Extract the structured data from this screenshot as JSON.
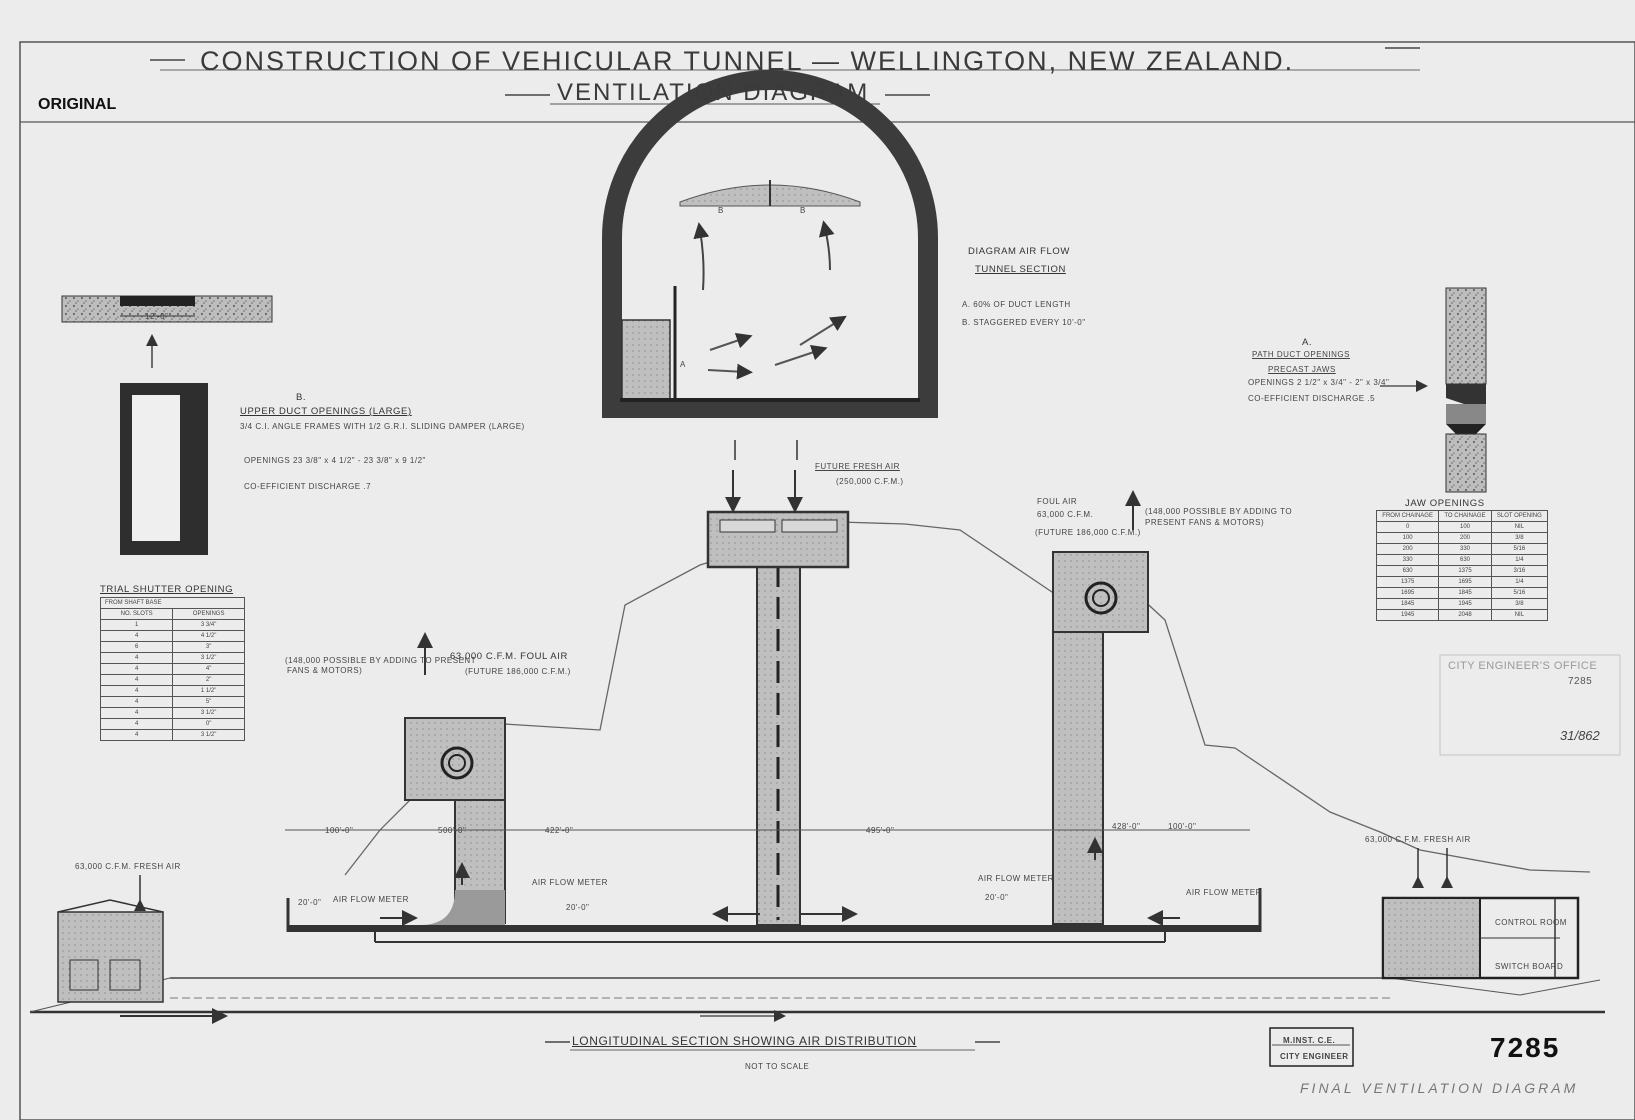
{
  "header": {
    "title": "CONSTRUCTION OF VEHICULAR TUNNEL — WELLINGTON, NEW ZEALAND.",
    "subtitle": "VENTILATION DIAGRAM",
    "stamp_original": "ORIGINAL"
  },
  "section": {
    "title": "DIAGRAM AIR FLOW",
    "subtitle": "TUNNEL SECTION",
    "note_a": "A. 60% OF DUCT LENGTH",
    "note_b": "B. STAGGERED EVERY 10'-0\"",
    "label_a": "A",
    "label_b1": "B",
    "label_b2": "B"
  },
  "upper_duct": {
    "letter": "B.",
    "title": "UPPER DUCT OPENINGS (LARGE)",
    "line1": "3/4 C.I. ANGLE FRAMES WITH 1/2 G.R.I. SLIDING DAMPER (LARGE)",
    "line2": "OPENINGS 23 3/8\" x 4 1/2\" - 23 3/8\" x 9 1/2\"",
    "line3": "CO-EFFICIENT DISCHARGE .7",
    "dim": "12'-0\""
  },
  "path_duct": {
    "letter": "A.",
    "title": "PATH DUCT OPENINGS",
    "line1": "PRECAST JAWS",
    "line2": "OPENINGS 2 1/2\" x 3/4\" - 2\" x 3/4\"",
    "line3": "CO-EFFICIENT DISCHARGE .5"
  },
  "trial_table": {
    "title": "TRIAL SHUTTER OPENING",
    "head1": "FROM SHAFT BASE",
    "head2a": "NO. SLOTS",
    "head2b": "OPENINGS",
    "rows": [
      [
        "1",
        "3 3/4\""
      ],
      [
        "4",
        "4 1/2\""
      ],
      [
        "6",
        "3\""
      ],
      [
        "4",
        "3 1/2\""
      ],
      [
        "4",
        "4\""
      ],
      [
        "4",
        "2\""
      ],
      [
        "4",
        "1 1/2\""
      ],
      [
        "4",
        "5\""
      ],
      [
        "4",
        "3 1/2\""
      ],
      [
        "4",
        "0\""
      ],
      [
        "4",
        "3 1/2\""
      ]
    ]
  },
  "jaw_table": {
    "title": "JAW OPENINGS",
    "headers": [
      "FROM CHAINAGE",
      "TO CHAINAGE",
      "SLOT OPENING"
    ],
    "rows": [
      [
        "0",
        "100",
        "NIL"
      ],
      [
        "100",
        "200",
        "3/8"
      ],
      [
        "200",
        "330",
        "5/16"
      ],
      [
        "330",
        "630",
        "1/4"
      ],
      [
        "630",
        "1375",
        "3/16"
      ],
      [
        "1375",
        "1695",
        "1/4"
      ],
      [
        "1695",
        "1845",
        "5/16"
      ],
      [
        "1845",
        "1945",
        "3/8"
      ],
      [
        "1945",
        "2048",
        "NIL"
      ]
    ]
  },
  "labels": {
    "future_fresh_air": "FUTURE FRESH AIR",
    "future_fresh_cfm": "(250,000 C.F.M.)",
    "foul_air_right": "FOUL AIR",
    "foul_air_right_cfm": "63,000 C.F.M.",
    "foul_air_right_future": "(FUTURE 186,000 C.F.M.)",
    "foul_air_right_note1": "(148,000 POSSIBLE BY ADDING TO",
    "foul_air_right_note2": "PRESENT FANS & MOTORS)",
    "foul_air_left": "63,000 C.F.M. FOUL AIR",
    "foul_air_left_future": "(FUTURE 186,000 C.F.M.)",
    "foul_air_left_note1": "(148,000 POSSIBLE BY ADDING TO PRESENT",
    "foul_air_left_note2": "FANS & MOTORS)",
    "fresh_left": "63,000 C.F.M. FRESH AIR",
    "fresh_right": "63,000 C.F.M. FRESH AIR",
    "dim_100_left": "100'-0\"",
    "dim_500": "500'-0\"",
    "dim_422": "422'-0\"",
    "dim_495": "495'-0\"",
    "dim_428": "428'-0\"",
    "dim_100_right": "100'-0\"",
    "meter1": "AIR FLOW METER",
    "meter2": "AIR FLOW METER",
    "meter3": "AIR FLOW METER",
    "meter4": "AIR FLOW METER",
    "d20a": "20'-0\"",
    "d20b": "20'-0\"",
    "d20c": "20'-0\"",
    "control_room": "CONTROL ROOM",
    "switch_board": "SWITCH BOARD"
  },
  "footer": {
    "longitudinal": "LONGITUDINAL SECTION SHOWING AIR DISTRIBUTION",
    "not_to_scale": "NOT TO SCALE",
    "engineer_line1": "M.INST. C.E.",
    "engineer_line2": "CITY ENGINEER",
    "drawing_no": "7285",
    "pencil_note": "FINAL VENTILATION DIAGRAM",
    "stamp_office": "CITY ENGINEER'S OFFICE",
    "stamp_no": "7285",
    "stamp_ref": "31/862"
  }
}
